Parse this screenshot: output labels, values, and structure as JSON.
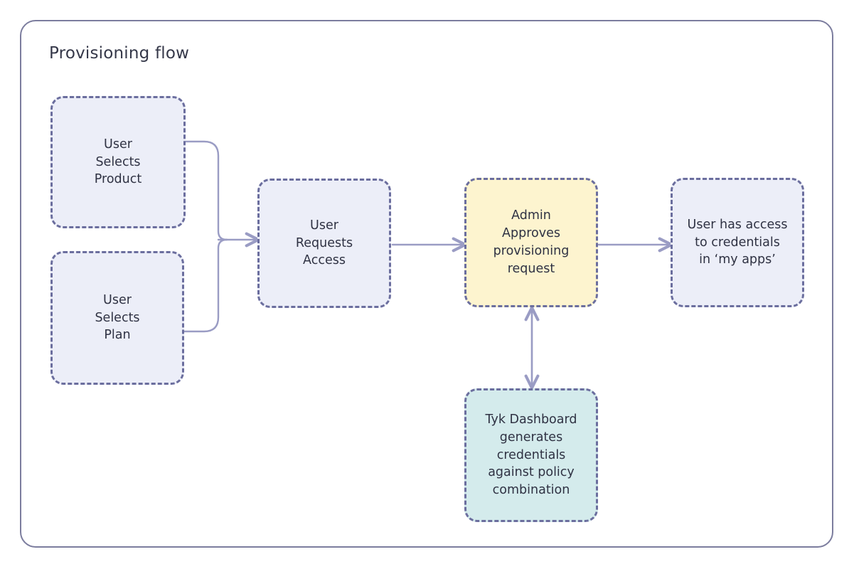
{
  "diagram": {
    "title": "Provisioning flow",
    "accent_border": "#7c7d9e",
    "node_border": "#6b6e9e",
    "connector_color": "#9a9cc4",
    "text_color": "#2f3243",
    "fills": {
      "lavender": "#eceef8",
      "yellow": "#fdf4cf",
      "teal": "#d4ebec"
    },
    "nodes": [
      {
        "id": "user-selects-product",
        "label": "User\nSelects\nProduct",
        "fill": "lavender"
      },
      {
        "id": "user-selects-plan",
        "label": "User\nSelects\nPlan",
        "fill": "lavender"
      },
      {
        "id": "user-requests-access",
        "label": "User\nRequests\nAccess",
        "fill": "lavender"
      },
      {
        "id": "admin-approves",
        "label": "Admin\nApproves\nprovisioning\nrequest",
        "fill": "yellow"
      },
      {
        "id": "user-has-access",
        "label": "User has access\nto credentials\nin ‘my apps’",
        "fill": "lavender"
      },
      {
        "id": "tyk-dashboard",
        "label": "Tyk Dashboard\ngenerates\ncredentials\nagainst policy\ncombination",
        "fill": "teal"
      }
    ],
    "edges": [
      {
        "id": "edge-product-to-request",
        "from": "user-selects-product",
        "to": "user-requests-access",
        "direction": "forward"
      },
      {
        "id": "edge-plan-to-request",
        "from": "user-selects-plan",
        "to": "user-requests-access",
        "direction": "forward"
      },
      {
        "id": "edge-request-to-admin",
        "from": "user-requests-access",
        "to": "admin-approves",
        "direction": "forward"
      },
      {
        "id": "edge-admin-to-access",
        "from": "admin-approves",
        "to": "user-has-access",
        "direction": "forward"
      },
      {
        "id": "edge-admin-to-tyk",
        "from": "admin-approves",
        "to": "tyk-dashboard",
        "direction": "bidirectional"
      }
    ]
  }
}
